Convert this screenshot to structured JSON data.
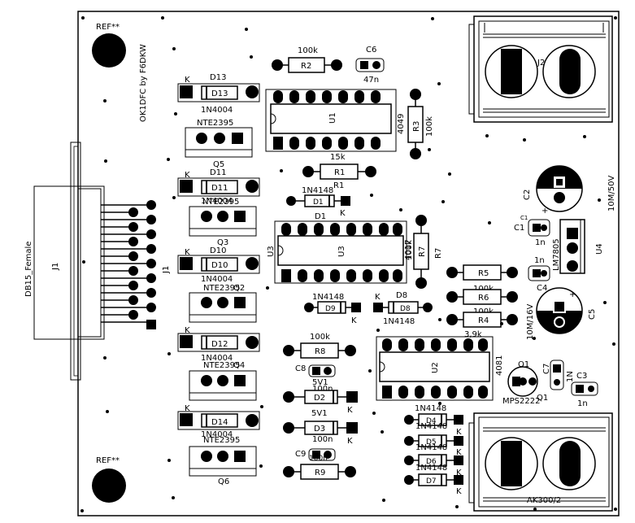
{
  "board": {
    "credit": "OK1DFC by F6DKW",
    "mount_holes": [
      "REF**",
      "REF**"
    ],
    "connector": {
      "ref": "J1",
      "value": "DB15_Female"
    }
  },
  "terminals": [
    {
      "ref": "J2",
      "value": ""
    },
    {
      "ref": "",
      "value": "AK300/2"
    }
  ],
  "diodes_power": [
    {
      "ref": "D13",
      "value": "1N4004",
      "k": "K"
    },
    {
      "ref": "D11",
      "value": "1N4004",
      "k": "K"
    },
    {
      "ref": "D10",
      "value": "1N4004",
      "k": "K"
    },
    {
      "ref": "D12",
      "value": "1N4004",
      "k": "K"
    },
    {
      "ref": "D14",
      "value": "1N4004",
      "k": "K"
    }
  ],
  "transistors": [
    {
      "ref": "Q5",
      "value": "NTE2395"
    },
    {
      "ref": "Q3",
      "value": "NTE2395"
    },
    {
      "ref": "Q2",
      "value": "NTE2395"
    },
    {
      "ref": "Q4",
      "value": "NTE2395"
    },
    {
      "ref": "Q6",
      "value": "NTE2395"
    },
    {
      "ref": "Q1",
      "value": "MPS2222"
    }
  ],
  "ics": [
    {
      "ref": "U1",
      "value": "4049"
    },
    {
      "ref": "U3",
      "value": "4017"
    },
    {
      "ref": "U2",
      "value": "4081"
    },
    {
      "ref": "U4",
      "value": "LM7805"
    }
  ],
  "resistors": [
    {
      "ref": "R2",
      "value": "100k"
    },
    {
      "ref": "R1",
      "value": "15k"
    },
    {
      "ref": "R3",
      "value": "100k"
    },
    {
      "ref": "R7",
      "value": "100k"
    },
    {
      "ref": "R5",
      "value": "100k"
    },
    {
      "ref": "R6",
      "value": "100k"
    },
    {
      "ref": "R4",
      "value": "3,9k"
    },
    {
      "ref": "R8",
      "value": "100k"
    },
    {
      "ref": "R9",
      "value": ""
    }
  ],
  "caps": [
    {
      "ref": "C6",
      "value": "47n"
    },
    {
      "ref": "C2",
      "value": "10M/50V"
    },
    {
      "ref": "C1",
      "value": "1n"
    },
    {
      "ref": "C4",
      "value": "1n"
    },
    {
      "ref": "C5",
      "value": "10M/16V"
    },
    {
      "ref": "C7",
      "value": "1N"
    },
    {
      "ref": "C3",
      "value": "1n"
    },
    {
      "ref": "C8",
      "value": "100n"
    },
    {
      "ref": "C9",
      "value": "100n"
    }
  ],
  "signal_diodes": [
    {
      "ref": "D1",
      "value": "1N4148",
      "k": "K"
    },
    {
      "ref": "D9",
      "value": "1N4148",
      "k": "K"
    },
    {
      "ref": "D8",
      "value": "1N4148",
      "k": "K"
    },
    {
      "ref": "D2",
      "value": "5V1",
      "k": "K"
    },
    {
      "ref": "D3",
      "value": "5V1",
      "k": "K"
    },
    {
      "ref": "D4",
      "value": "1N4148",
      "k": "K"
    },
    {
      "ref": "D5",
      "value": "1N4148",
      "k": "K"
    },
    {
      "ref": "D6",
      "value": "1N4148",
      "k": "K"
    },
    {
      "ref": "D7",
      "value": "1N4148",
      "k": "K"
    }
  ]
}
